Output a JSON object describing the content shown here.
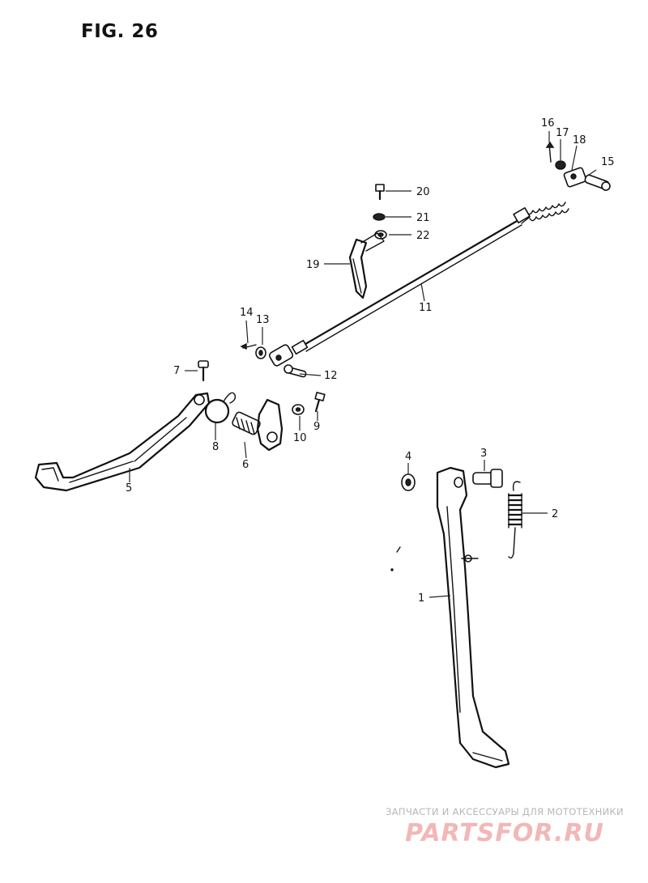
{
  "figure": {
    "title": "FIG. 26"
  },
  "callouts": {
    "c1": "1",
    "c2": "2",
    "c3": "3",
    "c4": "4",
    "c5": "5",
    "c6": "6",
    "c7": "7",
    "c8": "8",
    "c9": "9",
    "c10": "10",
    "c11": "11",
    "c12": "12",
    "c13": "13",
    "c14": "14",
    "c15": "15",
    "c16": "16",
    "c17": "17",
    "c18": "18",
    "c19": "19",
    "c20": "20",
    "c21": "21",
    "c22": "22"
  },
  "watermark": {
    "tagline": "ЗАПЧАСТИ И АКСЕССУАРЫ ДЛЯ МОТОТЕХНИКИ",
    "brand": "PARTSFOR.RU"
  }
}
